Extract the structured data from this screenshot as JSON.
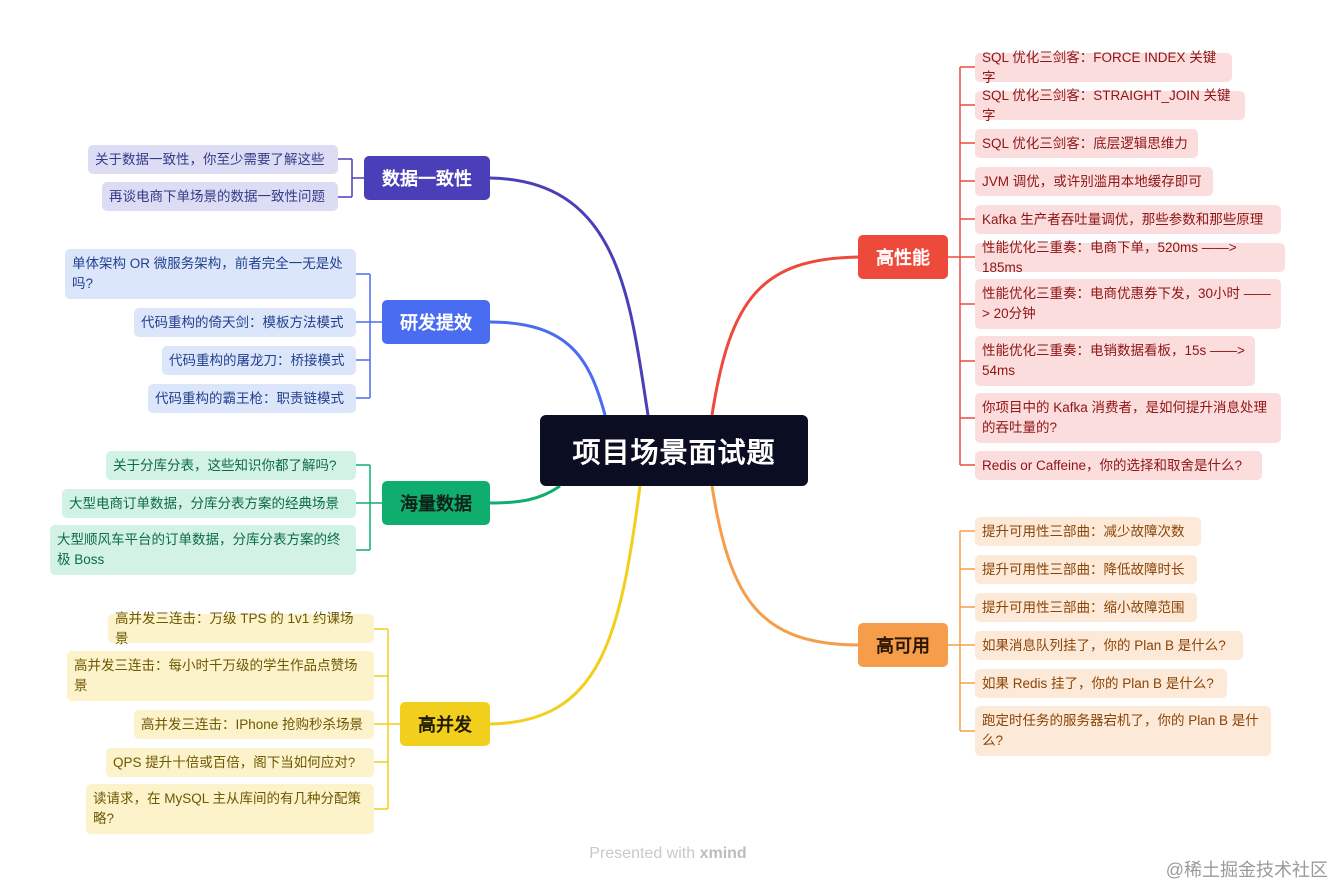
{
  "root": {
    "title": "项目场景面试题"
  },
  "branches": {
    "consistency": {
      "label": "数据一致性",
      "color": "#4a3fb8",
      "items": [
        "关于数据一致性，你至少需要了解这些",
        "再谈电商下单场景的数据一致性问题"
      ]
    },
    "efficiency": {
      "label": "研发提效",
      "color": "#4a6cf0",
      "items": [
        "单体架构 OR 微服务架构，前者完全一无是处吗?",
        "代码重构的倚天剑：模板方法模式",
        "代码重构的屠龙刀：桥接模式",
        "代码重构的霸王枪：职责链模式"
      ]
    },
    "massdata": {
      "label": "海量数据",
      "color": "#0fae6e",
      "items": [
        "关于分库分表，这些知识你都了解吗?",
        "大型电商订单数据，分库分表方案的经典场景",
        "大型顺风车平台的订单数据，分库分表方案的终极 Boss"
      ]
    },
    "concurrency": {
      "label": "高并发",
      "color": "#f2cf1d",
      "items": [
        "高并发三连击：万级 TPS 的 1v1 约课场景",
        "高并发三连击：每小时千万级的学生作品点赞场景",
        "高并发三连击：IPhone 抢购秒杀场景",
        "QPS 提升十倍或百倍，阁下当如何应对?",
        "读请求，在 MySQL 主从库间的有几种分配策略?"
      ]
    },
    "performance": {
      "label": "高性能",
      "color": "#ee4a3b",
      "items": [
        "SQL 优化三剑客：FORCE INDEX 关键字",
        "SQL 优化三剑客：STRAIGHT_JOIN 关键字",
        "SQL 优化三剑客：底层逻辑思维力",
        "JVM 调优，或许别滥用本地缓存即可",
        "Kafka 生产者吞吐量调优，那些参数和那些原理",
        "性能优化三重奏：电商下单，520ms ——> 185ms",
        "性能优化三重奏：电商优惠券下发，30小时 ——> 20分钟",
        "性能优化三重奏：电销数据看板，15s ——> 54ms",
        "你项目中的 Kafka 消费者，是如何提升消息处理的吞吐量的?",
        "Redis or Caffeine，你的选择和取舍是什么?"
      ]
    },
    "availability": {
      "label": "高可用",
      "color": "#f59d4a",
      "items": [
        "提升可用性三部曲：减少故障次数",
        "提升可用性三部曲：降低故障时长",
        "提升可用性三部曲：缩小故障范围",
        "如果消息队列挂了，你的 Plan B 是什么?",
        "如果 Redis 挂了，你的 Plan B 是什么?",
        "跑定时任务的服务器宕机了，你的 Plan B 是什么?"
      ]
    }
  },
  "footer": {
    "presented": "Presented with",
    "brand": "xmind"
  },
  "watermark": "@稀土掘金技术社区"
}
